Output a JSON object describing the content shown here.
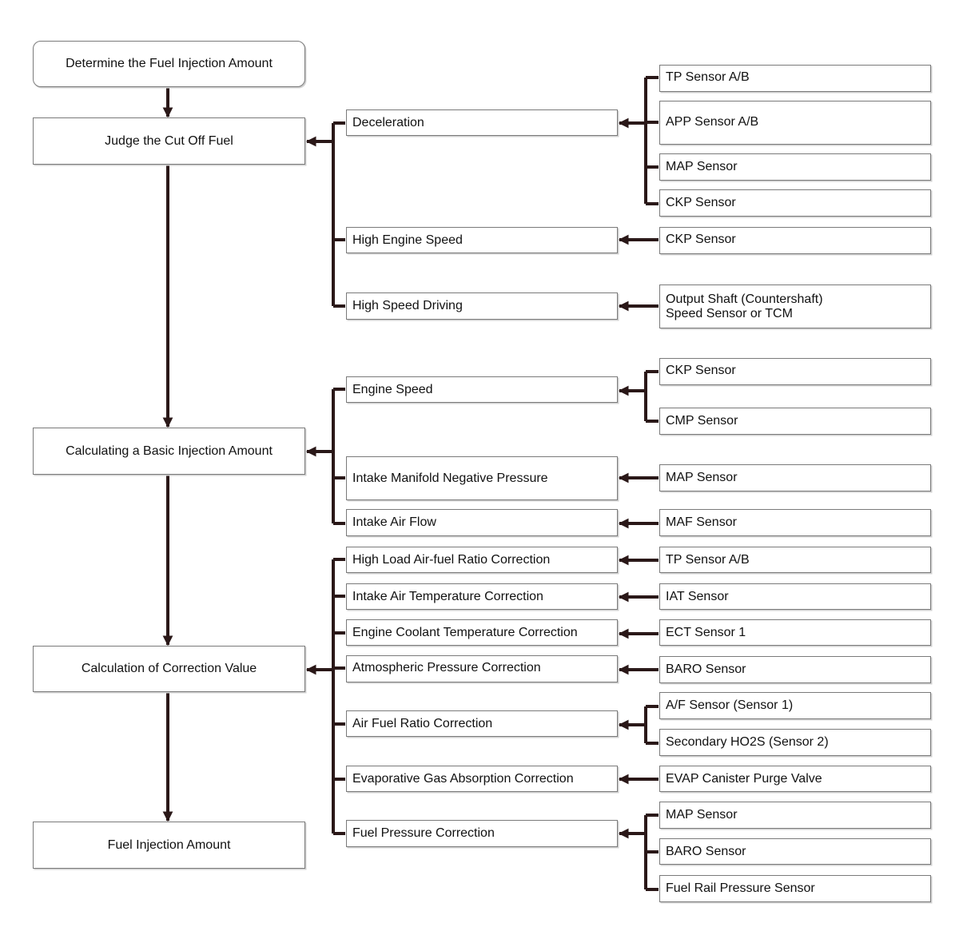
{
  "colors": {
    "line": "#2a1818",
    "box_border": "#7a7a7a",
    "text": "#111111"
  },
  "main_steps": {
    "determine": "Determine the Fuel Injection Amount",
    "judge_cut_off": "Judge the Cut Off Fuel",
    "basic_injection": "Calculating a Basic Injection Amount",
    "correction": "Calculation of Correction Value",
    "result": "Fuel Injection Amount"
  },
  "cut_off": {
    "deceleration": {
      "label": "Deceleration",
      "sensors": [
        "TP Sensor A/B",
        "APP Sensor A/B",
        "MAP Sensor",
        "CKP Sensor"
      ]
    },
    "high_engine_speed": {
      "label": "High Engine Speed",
      "sensor": "CKP Sensor"
    },
    "high_speed_driving": {
      "label": "High Speed Driving",
      "sensor_line1": "Output Shaft (Countershaft)",
      "sensor_line2": "Speed Sensor or TCM"
    }
  },
  "basic": {
    "engine_speed": {
      "label": "Engine Speed",
      "sensors": [
        "CKP Sensor",
        "CMP Sensor"
      ]
    },
    "manifold_pressure": {
      "label": "Intake Manifold Negative Pressure",
      "sensor": "MAP Sensor"
    },
    "air_flow": {
      "label": "Intake Air Flow",
      "sensor": "MAF Sensor"
    }
  },
  "corrections": {
    "high_load": {
      "label": "High Load Air-fuel Ratio Correction",
      "sensor": "TP Sensor A/B"
    },
    "intake_temp": {
      "label": "Intake Air Temperature Correction",
      "sensor": "IAT Sensor"
    },
    "coolant_temp": {
      "label": "Engine Coolant Temperature Correction",
      "sensor": "ECT Sensor 1"
    },
    "atmospheric": {
      "label": "Atmospheric Pressure Correction",
      "sensor": "BARO Sensor"
    },
    "air_fuel": {
      "label": "Air Fuel Ratio Correction",
      "sensors": [
        "A/F Sensor (Sensor 1)",
        "Secondary HO2S (Sensor 2)"
      ]
    },
    "evaporative": {
      "label": "Evaporative Gas Absorption Correction",
      "sensor": "EVAP Canister Purge Valve"
    },
    "fuel_pressure": {
      "label": "Fuel Pressure Correction",
      "sensors": [
        "MAP Sensor",
        "BARO Sensor",
        "Fuel Rail Pressure Sensor"
      ]
    }
  }
}
